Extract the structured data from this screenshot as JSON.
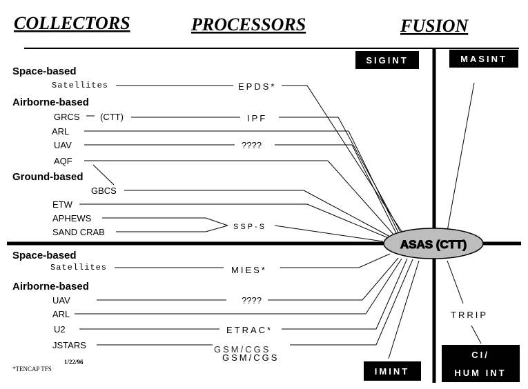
{
  "headers": {
    "collectors": "COLLECTORS",
    "processors": "PROCESSORS",
    "fusion": "FUSION"
  },
  "fusion_boxes": {
    "sigint": "SIGINT",
    "masint": "MASINT",
    "imint": "IMINT",
    "ci": "CI/",
    "humint": "HUM INT"
  },
  "center": {
    "asas": "ASAS (CTT)"
  },
  "top": {
    "space_based": "Space-based",
    "satellites": "Satellites",
    "airborne_based": "Airborne-based",
    "grcs": "GRCS",
    "ctt": "(CTT)",
    "arl": "ARL",
    "uav": "UAV",
    "aqf": "AQF",
    "ground_based": "Ground-based",
    "gbcs": "GBCS",
    "etw": "ETW",
    "aphews": "APHEWS",
    "sand_crab": "SAND CRAB"
  },
  "top_processors": {
    "epds": "EPDS*",
    "ipf": "IPF",
    "unknown": "????",
    "ssps": "SSP-S"
  },
  "bottom": {
    "space_based": "Space-based",
    "satellites": "Satellites",
    "airborne_based": "Airborne-based",
    "uav": "UAV",
    "arl": "ARL",
    "u2": "U2",
    "jstars": "JSTARS"
  },
  "bottom_processors": {
    "mies": "MIES*",
    "unknown": "????",
    "etrac": "ETRAC*",
    "gsm_ghost": "GSM/CGS",
    "gsm": "GSM/CGS"
  },
  "trrip": "TRRIP",
  "footer": {
    "tencap": "*TENCAP  TFS",
    "date": "1/22/96"
  }
}
